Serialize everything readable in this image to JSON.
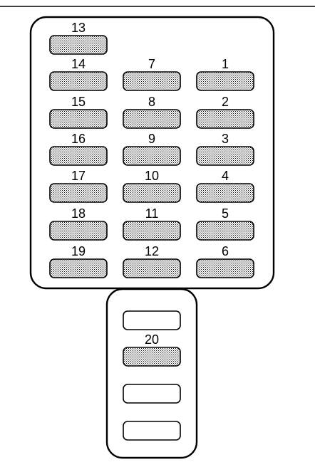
{
  "fuse_box": {
    "main_panel": {
      "fuses": [
        {
          "label": "13"
        },
        {
          "label": "14"
        },
        {
          "label": "7"
        },
        {
          "label": "1"
        },
        {
          "label": "15"
        },
        {
          "label": "8"
        },
        {
          "label": "2"
        },
        {
          "label": "16"
        },
        {
          "label": "9"
        },
        {
          "label": "3"
        },
        {
          "label": "17"
        },
        {
          "label": "10"
        },
        {
          "label": "4"
        },
        {
          "label": "18"
        },
        {
          "label": "11"
        },
        {
          "label": "5"
        },
        {
          "label": "19"
        },
        {
          "label": "12"
        },
        {
          "label": "6"
        }
      ]
    },
    "lower_panel": {
      "slots": [
        {
          "label": "",
          "fitted": false
        },
        {
          "label": "20",
          "fitted": true
        },
        {
          "label": "",
          "fitted": false
        },
        {
          "label": "",
          "fitted": false
        }
      ]
    }
  },
  "colors": {
    "stroke": "#000000",
    "fuse_fill_dot": "#000000",
    "fuse_fill_background": "#ffffff"
  }
}
